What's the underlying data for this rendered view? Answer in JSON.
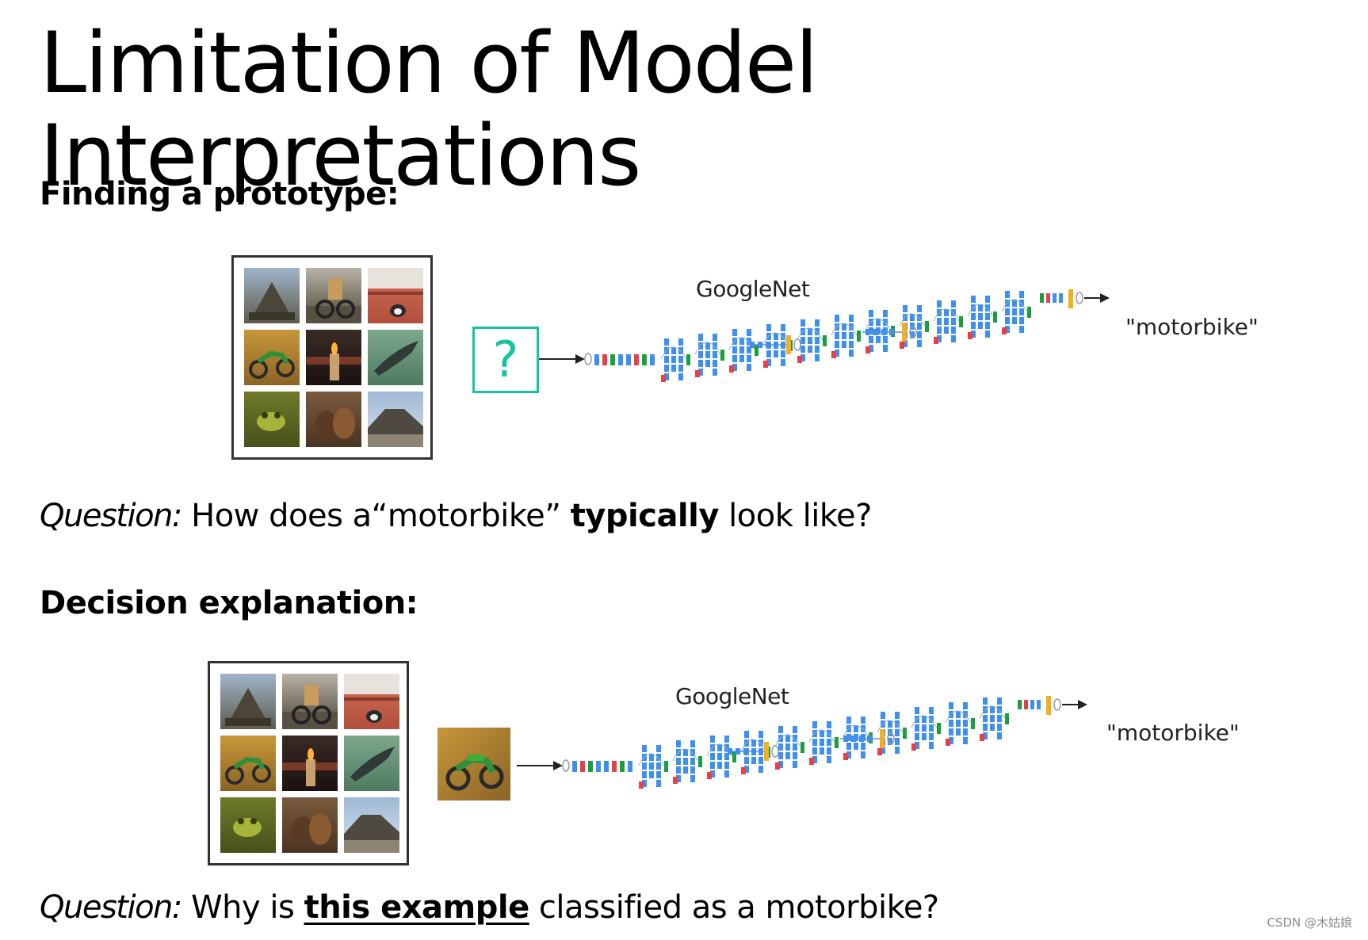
{
  "title": "Limitation of Model Interpretations",
  "section1": {
    "heading": "Finding a prototype:",
    "net_label": "GoogleNet",
    "output_label": "\"motorbike\"",
    "input_symbol": "?",
    "question_prefix": "Question:",
    "question_part1": "How does a“motorbike”",
    "question_bold": "typically",
    "question_part2": "look like?"
  },
  "section2": {
    "heading": "Decision explanation:",
    "net_label": "GoogleNet",
    "output_label": "\"motorbike\"",
    "question_prefix": "Question:",
    "question_part1": "Why is",
    "question_bold": "this example",
    "question_part2": "classified as a motorbike?"
  },
  "watermark": "CSDN @木姑娘",
  "colors": {
    "accent_teal": "#17c4a0",
    "conv_blue": "#3d8ff0",
    "pool_red": "#e8404a",
    "concat_green": "#1a9e3e",
    "softmax_yellow": "#f2b01e"
  },
  "thumbnails": [
    "stupa-photo",
    "motorbike-rider-photo",
    "cat-on-roof-photo",
    "motorbike-photo",
    "candle-photo",
    "shark-photo",
    "frog-photo",
    "dogs-photo",
    "volcano-photo"
  ]
}
